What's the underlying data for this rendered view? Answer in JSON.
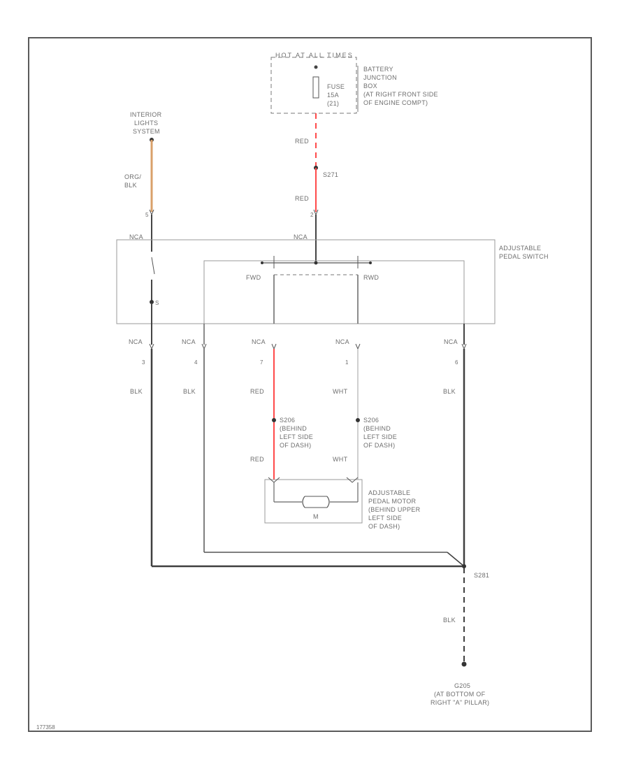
{
  "diagram_id": "177358",
  "colors": {
    "frame": "#5a5a5a",
    "wire_black": "#3f3f3f",
    "wire_red": "#ff4a4a",
    "wire_orange": "#d9a06a",
    "wire_white": "#cfcfcf",
    "label": "#6e6e6e"
  },
  "fuse_box": {
    "header": "HOT AT ALL TIMES",
    "fuse_lines": [
      "FUSE",
      "15A",
      "(21)"
    ],
    "location_lines": [
      "BATTERY",
      "JUNCTION",
      "BOX",
      "(AT RIGHT FRONT SIDE",
      "OF ENGINE COMPT)"
    ]
  },
  "interior_lights_system": [
    "INTERIOR",
    "LIGHTS",
    "SYSTEM"
  ],
  "wire_colors": {
    "org_blk": [
      "ORG/",
      "BLK"
    ],
    "red_upper_1": "RED",
    "red_upper_2": "RED",
    "red_motor_1": "RED",
    "red_motor_2": "RED",
    "wht_1": "WHT",
    "wht_2": "WHT",
    "blk_1": "BLK",
    "blk_2": "BLK",
    "blk_3": "BLK",
    "blk_ground": "BLK"
  },
  "splices": {
    "s271": "S271",
    "s281": "S281"
  },
  "switch": {
    "label_lines": [
      "ADJUSTABLE",
      "PEDAL SWITCH"
    ],
    "fwd": "FWD",
    "rwd": "RWD",
    "terminals_top": [
      {
        "connector": "NCA",
        "pin": "5"
      },
      {
        "connector": "NCA",
        "pin": "2"
      }
    ],
    "terminals_bottom": [
      {
        "connector": "NCA",
        "pin": "3"
      },
      {
        "connector": "NCA",
        "pin": "4"
      },
      {
        "connector": "NCA",
        "pin": "7"
      },
      {
        "connector": "NCA",
        "pin": "1"
      },
      {
        "connector": "NCA",
        "pin": "6"
      }
    ]
  },
  "connectors": {
    "c206_left": [
      "S206",
      "(BEHIND",
      "LEFT SIDE",
      "OF DASH)"
    ],
    "c206_right": [
      "S206",
      "(BEHIND",
      "LEFT SIDE",
      "OF DASH)"
    ]
  },
  "motor": {
    "symbol": "M",
    "label_lines": [
      "ADJUSTABLE",
      "PEDAL MOTOR",
      "(BEHIND UPPER",
      "LEFT SIDE",
      "OF DASH)"
    ]
  },
  "ground": {
    "label_lines": [
      "G205",
      "(AT BOTTOM OF",
      "RIGHT \"A\" PILLAR)"
    ]
  }
}
